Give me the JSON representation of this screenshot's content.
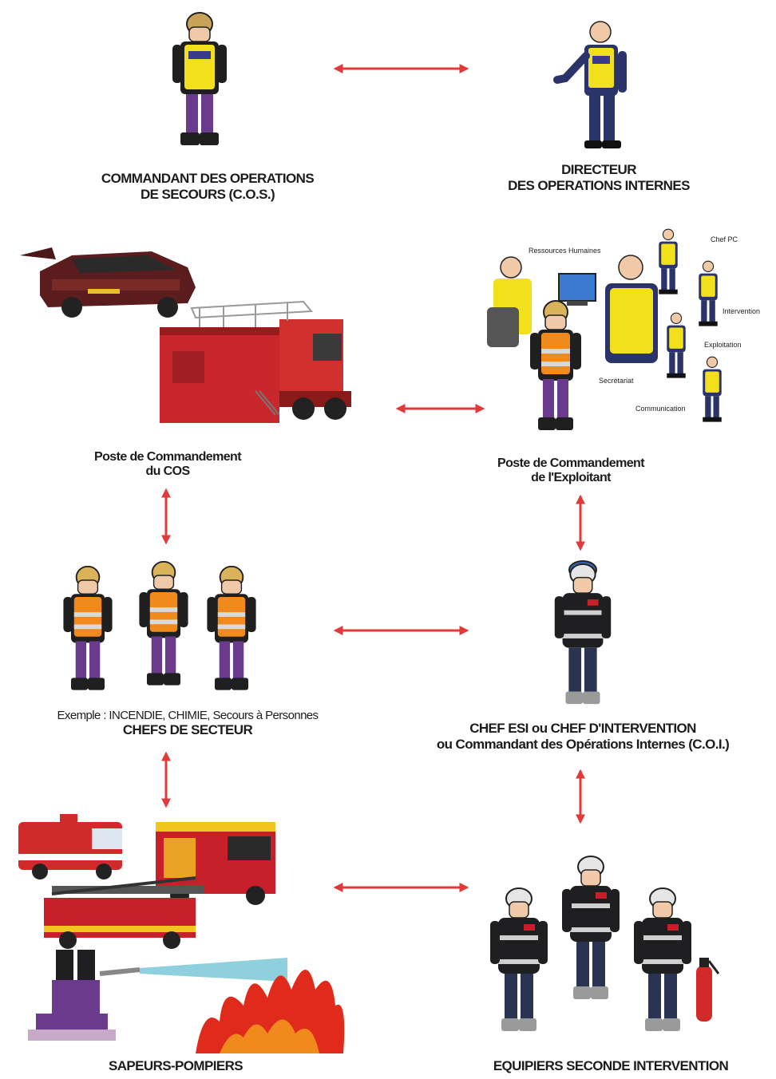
{
  "nodes": {
    "cos": {
      "line1": "COMMANDANT DES OPERATIONS",
      "line2": "DE SECOURS (C.O.S.)"
    },
    "doi": {
      "line1": "DIRECTEUR",
      "line2": "DES OPERATIONS INTERNES"
    },
    "pc_cos": {
      "line1": "Poste de Commandement",
      "line2": "du COS"
    },
    "pc_exploitant": {
      "line1": "Poste de Commandement",
      "line2": "de l'Exploitant",
      "roles": [
        "Ressources Humaines",
        "Chef PC",
        "Intervention",
        "Exploitation",
        "Secrétariat",
        "Communication"
      ]
    },
    "chefs_secteur": {
      "example": "Exemple : INCENDIE, CHIMIE, Secours à Personnes",
      "title": "CHEFS DE SECTEUR"
    },
    "chef_esi": {
      "line1": "CHEF ESI ou CHEF D'INTERVENTION",
      "line2": "ou Commandant des Opérations Internes (C.O.I.)"
    },
    "sapeurs": {
      "title": "SAPEURS-POMPIERS"
    },
    "equipiers": {
      "title": "EQUIPIERS SECONDE INTERVENTION"
    }
  },
  "colors": {
    "arrow": "#e03a3a",
    "fire_red": "#c8202a",
    "hivis_yellow": "#f2e01c",
    "hivis_orange": "#f08a1c",
    "navy": "#1f2a4a",
    "purple": "#6a3a8c"
  },
  "connections": [
    [
      "cos",
      "doi"
    ],
    [
      "pc_cos",
      "pc_exploitant"
    ],
    [
      "pc_cos",
      "chefs_secteur"
    ],
    [
      "pc_exploitant",
      "chef_esi"
    ],
    [
      "chefs_secteur",
      "chef_esi"
    ],
    [
      "chefs_secteur",
      "sapeurs"
    ],
    [
      "chef_esi",
      "equipiers"
    ],
    [
      "sapeurs",
      "equipiers"
    ]
  ]
}
